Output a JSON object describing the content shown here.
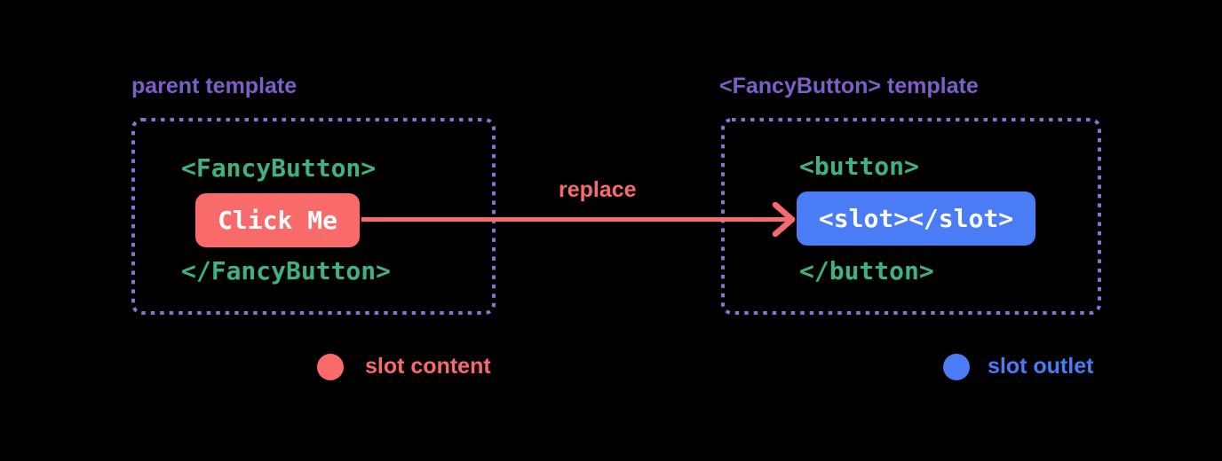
{
  "colors": {
    "background": "#000000",
    "purple_text": "#7e5fc9",
    "purple_border": "#8973d2",
    "green": "#40b27e",
    "red": "#f96b6b",
    "blue": "#4a7cf6",
    "white": "#ffffff"
  },
  "parent_panel": {
    "title": "parent template",
    "open_tag": "<FancyButton>",
    "button_label": "Click Me",
    "close_tag": "</FancyButton>"
  },
  "fancybutton_panel": {
    "title": "<FancyButton> template",
    "open_tag": "<button>",
    "slot_label": "<slot></slot>",
    "close_tag": "</button>"
  },
  "arrow": {
    "label": "replace"
  },
  "legend": [
    {
      "label": "slot content",
      "color": "#f96b6b"
    },
    {
      "label": "slot outlet",
      "color": "#4a7cf6"
    }
  ]
}
